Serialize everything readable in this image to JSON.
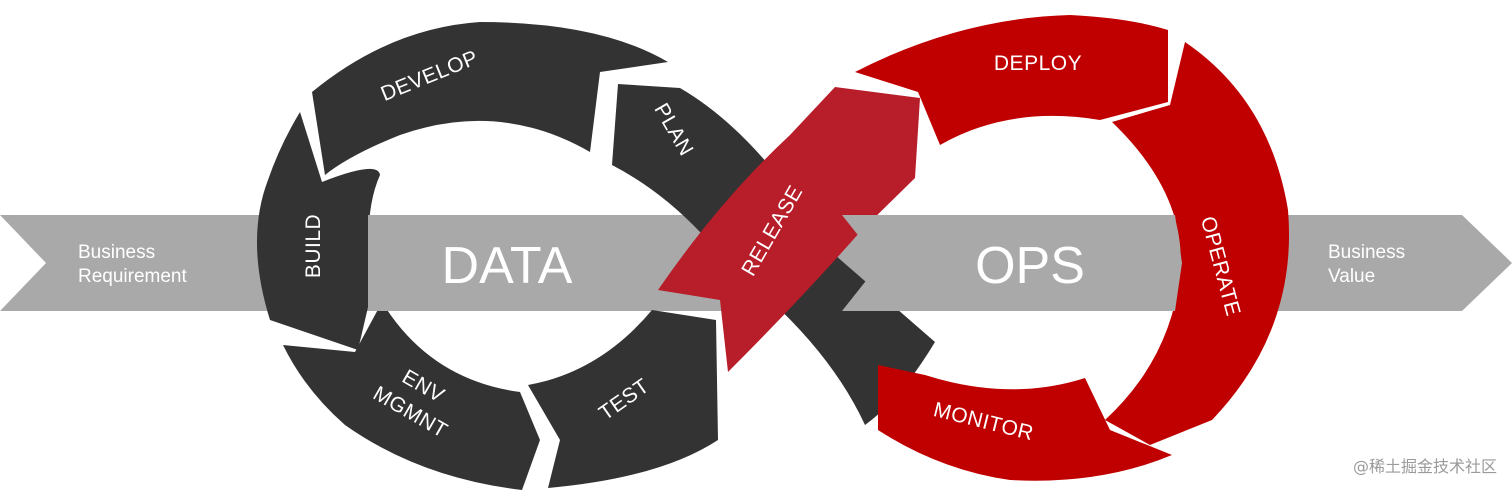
{
  "colors": {
    "arrow_gray": "#a9a9a9",
    "dark": "#333333",
    "red": "#c00000",
    "release_red": "#b81d2a",
    "text": "#ffffff",
    "watermark": "#9a9a9a"
  },
  "flow": {
    "input_label_line1": "Business",
    "input_label_line2": "Requirement",
    "output_label_line1": "Business",
    "output_label_line2": "Value"
  },
  "loops": {
    "left_title": "DATA",
    "right_title": "OPS"
  },
  "stages": {
    "plan": "PLAN",
    "develop": "DEVELOP",
    "build": "BUILD",
    "env_line1": "ENV",
    "env_line2": "MGMNT",
    "test": "TEST",
    "release": "RELEASE",
    "deploy": "DEPLOY",
    "operate": "OPERATE",
    "monitor": "MONITOR"
  },
  "watermark": "@稀土掘金技术社区"
}
